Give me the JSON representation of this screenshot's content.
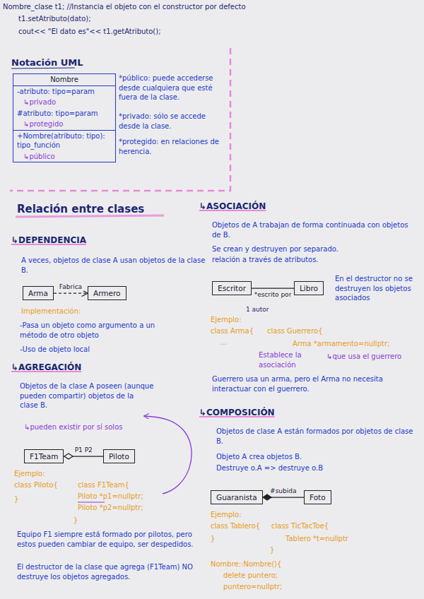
{
  "diagram": {
    "nodes": [
      {
        "text": [
          "Nombre",
          "-atributo: tipo=param",
          "↳privado",
          "#atributo: tipo=param",
          "↳protegido",
          "+Nombre(atributo: tipo): tipo_función",
          "↳público"
        ]
      },
      {
        "text": [
          "Arma"
        ]
      },
      {
        "text": [
          "Armero"
        ]
      },
      {
        "text": [
          "F1Team"
        ]
      },
      {
        "text": [
          "Piloto"
        ]
      },
      {
        "text": [
          "Escritor"
        ]
      },
      {
        "text": [
          "Libro"
        ]
      },
      {
        "text": [
          "Guaranista"
        ]
      },
      {
        "text": [
          "Foto"
        ]
      }
    ],
    "edges": [
      {
        "from": 1,
        "to": 2,
        "arrow": "to",
        "label": "Fabrica"
      },
      {
        "from": 4,
        "to": 3,
        "arrow": "to",
        "label": "P1 P2"
      },
      {
        "from": 5,
        "to": 6,
        "arrow": "none",
        "label": "*escrito por"
      },
      {
        "from": 8,
        "to": 7,
        "arrow": "to",
        "label": "#subida"
      }
    ],
    "labels": [
      "Nombre_clase t1; //Instancia el objeto con el constructor por defecto",
      "t1.setAtributo(dato);",
      "cout<< \"El dato es\"<< t1.getAtributo();",
      "Notación UML",
      "*público: puede accederse desde cualquiera que esté fuera de la clase.",
      "*privado: sólo se accede desde la clase.",
      "*protegido: en relaciones de herencia.",
      "Relación entre clases",
      "↳DEPENDENCIA",
      "A veces, objetos de clase A usan objetos de la clase B.",
      "Implementación:",
      "-Pasa un objeto como argumento a un método de otro objeto",
      "-Uso de objeto local",
      "↳AGREGACIÓN",
      "Objetos de la clase A poseen (aunque pueden compartir) objetos de la clase B.",
      "↳pueden existir por sí solos",
      "Ejemplo:",
      "class Piloto{",
      "}",
      "class F1Team{",
      "Piloto *p1=nullptr;",
      "Piloto *p2=nullptr;",
      "}",
      "Equipo F1 siempre está formado por pilotos, pero estos pueden cambiar de equipo, ser despedidos.",
      "El destructor de la clase que agrega (F1Team) NO destruye los objetos agregados.",
      "↳ASOCIACIÓN",
      "Objetos de A trabajan de forma continuada con objetos de B.",
      "Se crean y destruyen por separado.",
      "relación a través de atributos.",
      "1 autor",
      "En el destructor no se destruyen los objetos asociados",
      "Ejemplo:",
      "class Arma{",
      "class Guerrero{",
      "...",
      "Arma *armamento=nullptr;",
      "Establece la asociación",
      "↳que usa el guerrero",
      "Guerrero usa un arma, pero el Arma no necesita interactuar con el guerrero.",
      "↳COMPOSICIÓN",
      "Objetos de clase A están formados por objetos de clase B.",
      "Objeto A crea objetos B.",
      "Destruye o.A => destruye o.B",
      "Ejemplo:",
      "class Tablero{",
      "class TicTacToe{",
      "}",
      "Tablero *t=nullptr",
      "}",
      "Nombre::Nombre(){",
      "delete puntero;",
      "puntero=nullptr;"
    ]
  }
}
